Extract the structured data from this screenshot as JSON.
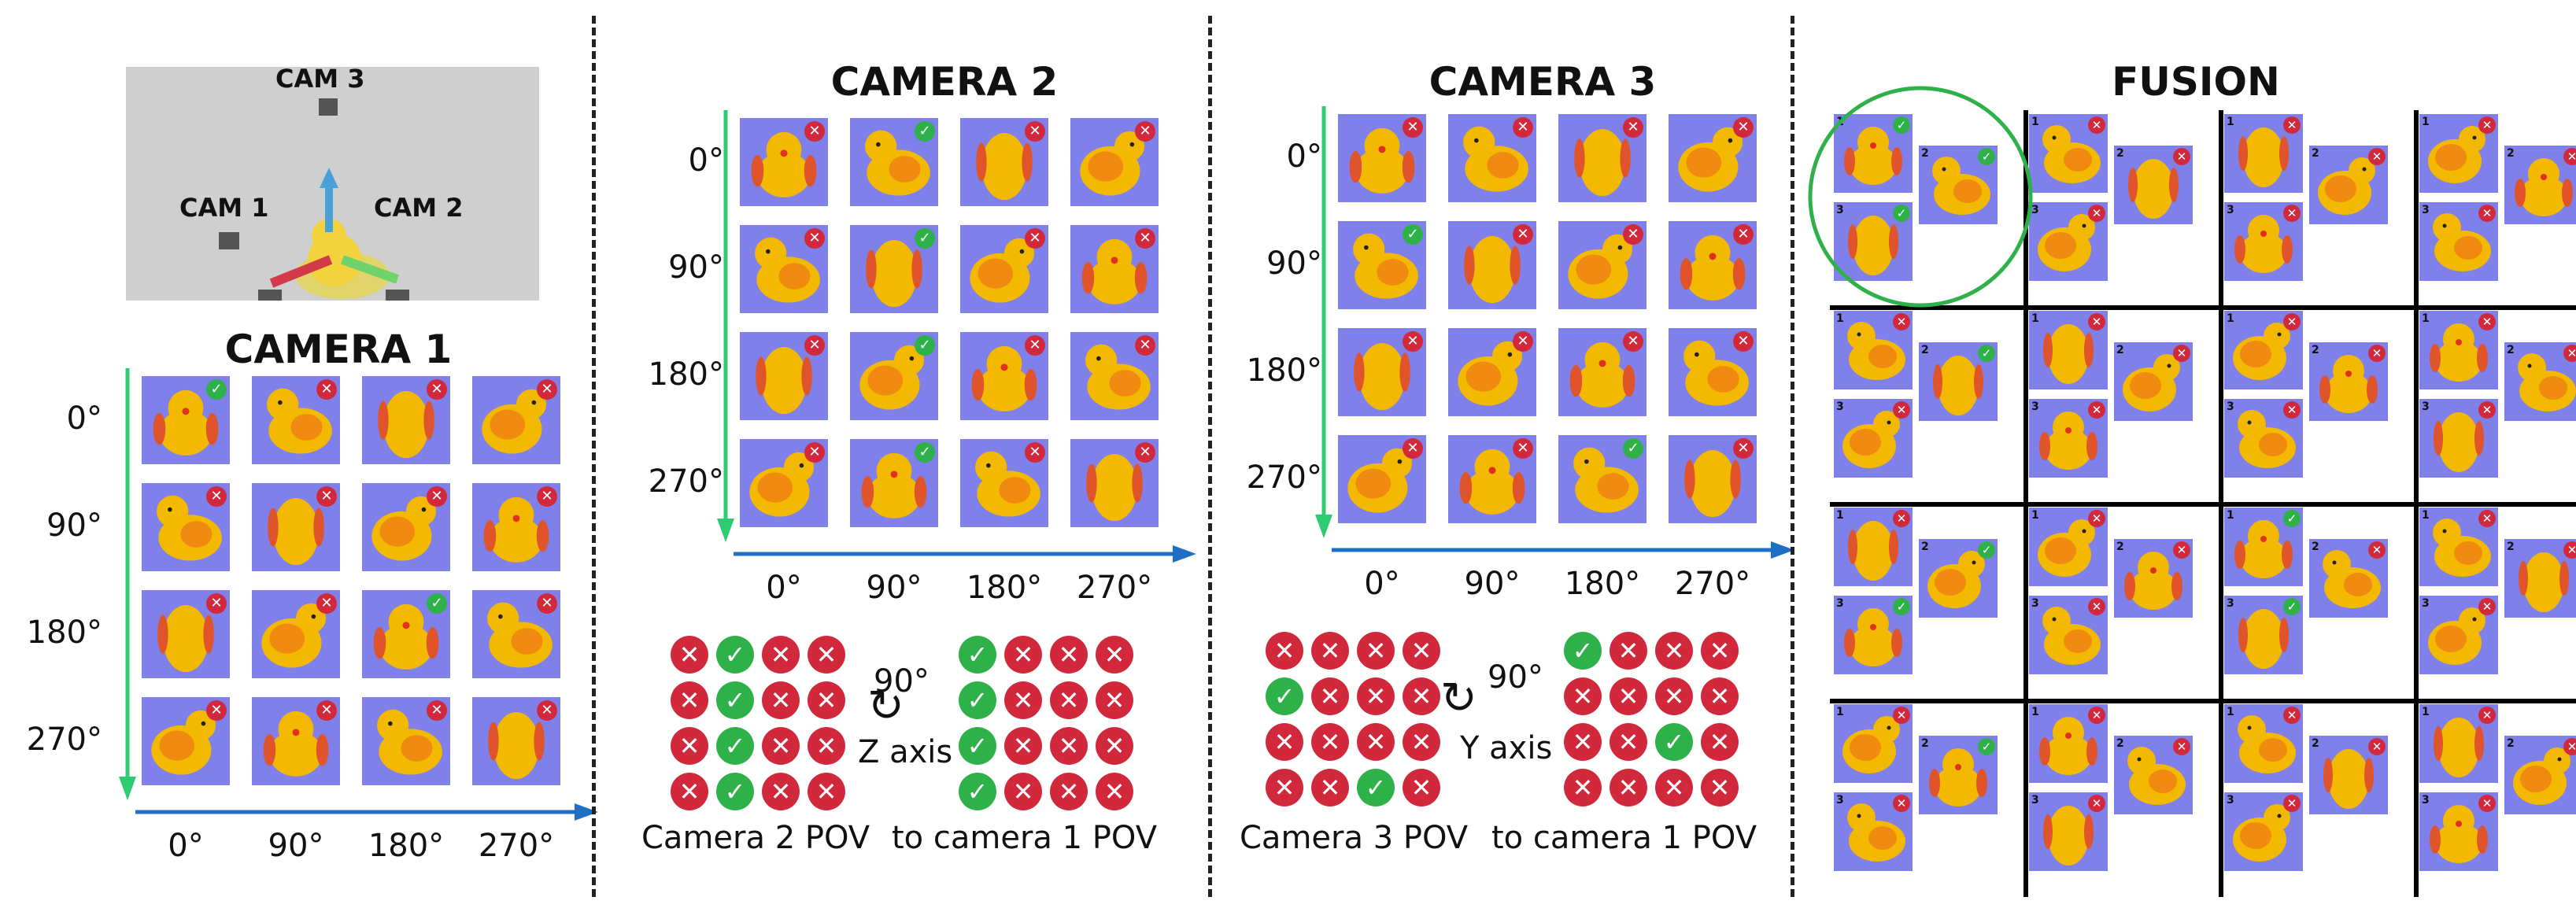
{
  "scene": {
    "cam1_label": "CAM 1",
    "cam2_label": "CAM 2",
    "cam3_label": "CAM 3"
  },
  "panel1": {
    "title": "CAMERA 1",
    "row_labels": [
      "0°",
      "90°",
      "180°",
      "270°"
    ],
    "col_labels": [
      "0°",
      "90°",
      "180°",
      "270°"
    ],
    "marks": [
      [
        "ok",
        "no",
        "no",
        "no"
      ],
      [
        "no",
        "no",
        "no",
        "no"
      ],
      [
        "no",
        "no",
        "ok",
        "no"
      ],
      [
        "no",
        "no",
        "no",
        "no"
      ]
    ]
  },
  "panel2": {
    "title": "CAMERA 2",
    "row_labels": [
      "0°",
      "90°",
      "180°",
      "270°"
    ],
    "col_labels": [
      "0°",
      "90°",
      "180°",
      "270°"
    ],
    "marks": [
      [
        "no",
        "ok",
        "no",
        "no"
      ],
      [
        "no",
        "ok",
        "no",
        "no"
      ],
      [
        "no",
        "ok",
        "no",
        "no"
      ],
      [
        "no",
        "ok",
        "no",
        "no"
      ]
    ],
    "transform": {
      "left_grid": [
        [
          "no",
          "ok",
          "no",
          "no"
        ],
        [
          "no",
          "ok",
          "no",
          "no"
        ],
        [
          "no",
          "ok",
          "no",
          "no"
        ],
        [
          "no",
          "ok",
          "no",
          "no"
        ]
      ],
      "right_grid": [
        [
          "ok",
          "no",
          "no",
          "no"
        ],
        [
          "ok",
          "no",
          "no",
          "no"
        ],
        [
          "ok",
          "no",
          "no",
          "no"
        ],
        [
          "ok",
          "no",
          "no",
          "no"
        ]
      ],
      "angle": "90°",
      "axis": "Z axis",
      "from_label": "Camera 2 POV",
      "to_label": "to camera 1 POV"
    }
  },
  "panel3": {
    "title": "CAMERA 3",
    "row_labels": [
      "0°",
      "90°",
      "180°",
      "270°"
    ],
    "col_labels": [
      "0°",
      "90°",
      "180°",
      "270°"
    ],
    "marks": [
      [
        "no",
        "no",
        "no",
        "no"
      ],
      [
        "ok",
        "no",
        "no",
        "no"
      ],
      [
        "no",
        "no",
        "no",
        "no"
      ],
      [
        "no",
        "no",
        "ok",
        "no"
      ]
    ],
    "transform": {
      "left_grid": [
        [
          "no",
          "no",
          "no",
          "no"
        ],
        [
          "ok",
          "no",
          "no",
          "no"
        ],
        [
          "no",
          "no",
          "no",
          "no"
        ],
        [
          "no",
          "no",
          "ok",
          "no"
        ]
      ],
      "right_grid": [
        [
          "ok",
          "no",
          "no",
          "no"
        ],
        [
          "no",
          "no",
          "no",
          "no"
        ],
        [
          "no",
          "no",
          "ok",
          "no"
        ],
        [
          "no",
          "no",
          "no",
          "no"
        ]
      ],
      "angle": "90°",
      "axis": "Y axis",
      "from_label": "Camera 3 POV",
      "to_label": "to camera 1 POV"
    }
  },
  "fusion": {
    "title": "FUSION",
    "view_numbers": [
      "1",
      "2",
      "3"
    ],
    "highlight": "top-left"
  },
  "colors": {
    "cell_bg": "#8080ea",
    "ok": "#2fb14a",
    "no": "#d1293b",
    "vertical_arrow": "#2ecc71",
    "horizontal_arrow": "#1f6fc4"
  }
}
